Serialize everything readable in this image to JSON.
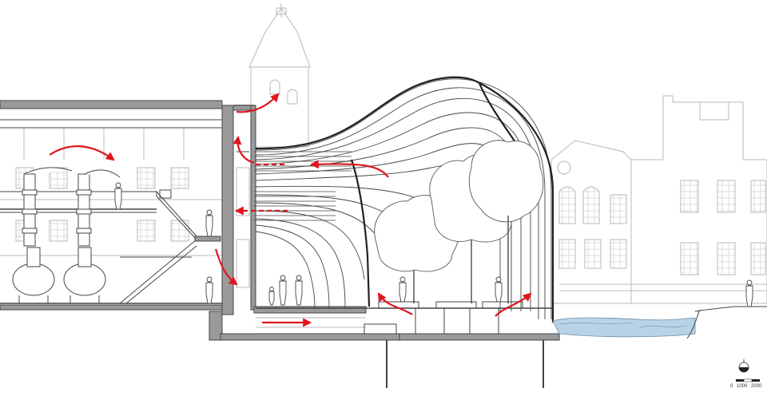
{
  "scale_bar": {
    "labels": [
      "0",
      "1000",
      "2000"
    ]
  },
  "colors": {
    "line": "#444444",
    "light_line": "#b8b8b8",
    "airflow_arrow": "#e0161e",
    "water": "#b9d3e6",
    "solid": "#222222"
  },
  "icons": {
    "north_marker": "north-arrow-icon"
  }
}
